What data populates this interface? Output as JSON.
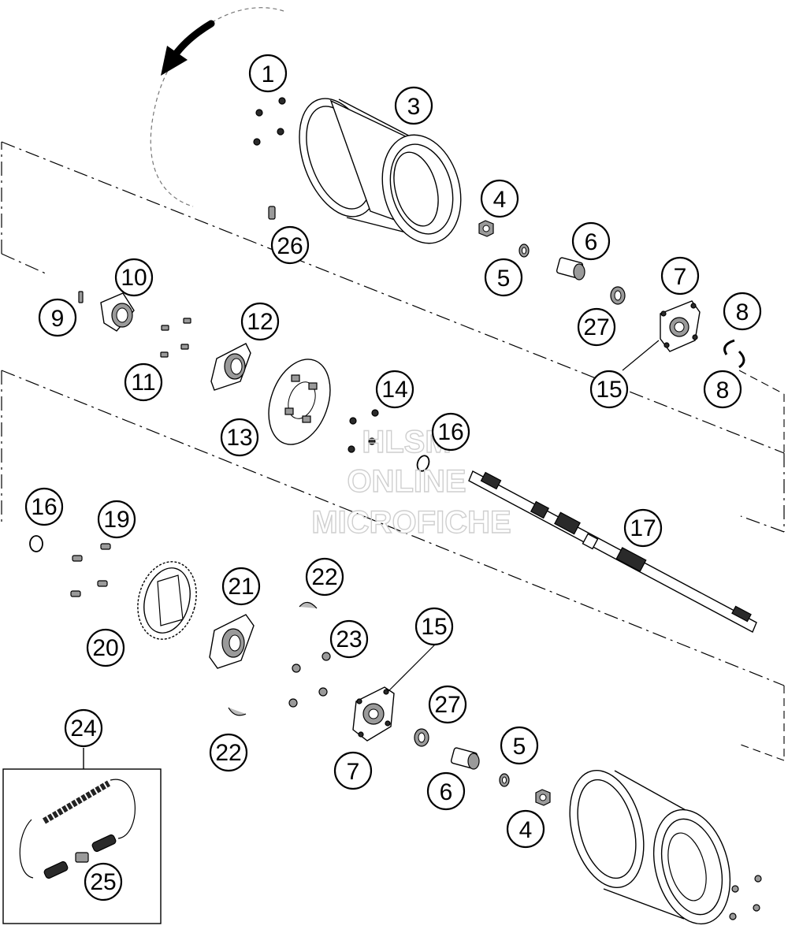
{
  "watermark": {
    "line1": "HLSM",
    "line2": "ONLINE",
    "line3": "MICROFICHE"
  },
  "callouts": [
    {
      "id": "c1",
      "label": "1"
    },
    {
      "id": "c3",
      "label": "3"
    },
    {
      "id": "c4a",
      "label": "4"
    },
    {
      "id": "c26",
      "label": "26"
    },
    {
      "id": "c6a",
      "label": "6"
    },
    {
      "id": "c5a",
      "label": "5"
    },
    {
      "id": "c7a",
      "label": "7"
    },
    {
      "id": "c10",
      "label": "10"
    },
    {
      "id": "c9",
      "label": "9"
    },
    {
      "id": "c12",
      "label": "12"
    },
    {
      "id": "c8a",
      "label": "8"
    },
    {
      "id": "c27a",
      "label": "27"
    },
    {
      "id": "c11",
      "label": "11"
    },
    {
      "id": "c8b",
      "label": "8"
    },
    {
      "id": "c15a",
      "label": "15"
    },
    {
      "id": "c14",
      "label": "14"
    },
    {
      "id": "c13",
      "label": "13"
    },
    {
      "id": "c16a",
      "label": "16"
    },
    {
      "id": "c16b",
      "label": "16"
    },
    {
      "id": "c19",
      "label": "19"
    },
    {
      "id": "c17",
      "label": "17"
    },
    {
      "id": "c22a",
      "label": "22"
    },
    {
      "id": "c21",
      "label": "21"
    },
    {
      "id": "c15b",
      "label": "15"
    },
    {
      "id": "c23",
      "label": "23"
    },
    {
      "id": "c20",
      "label": "20"
    },
    {
      "id": "c27b",
      "label": "27"
    },
    {
      "id": "c24",
      "label": "24"
    },
    {
      "id": "c5b",
      "label": "5"
    },
    {
      "id": "c22b",
      "label": "22"
    },
    {
      "id": "c7b",
      "label": "7"
    },
    {
      "id": "c6b",
      "label": "6"
    },
    {
      "id": "c4b",
      "label": "4"
    },
    {
      "id": "c25",
      "label": "25"
    }
  ]
}
